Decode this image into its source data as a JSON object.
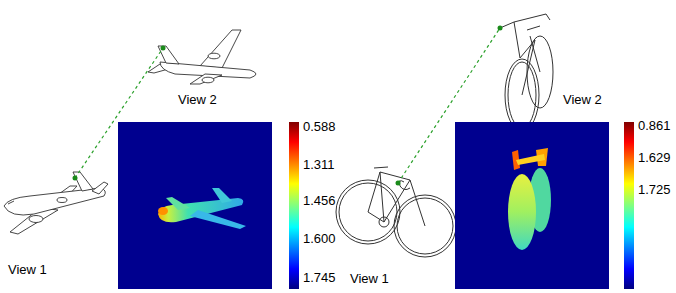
{
  "diagram": {
    "labels": [
      "View 2",
      "0.588",
      "1.311",
      "1.456",
      "1.600",
      "1.745",
      "View 1",
      "View 2",
      "0.861",
      "1.629",
      "1.725",
      "View 1"
    ]
  }
}
